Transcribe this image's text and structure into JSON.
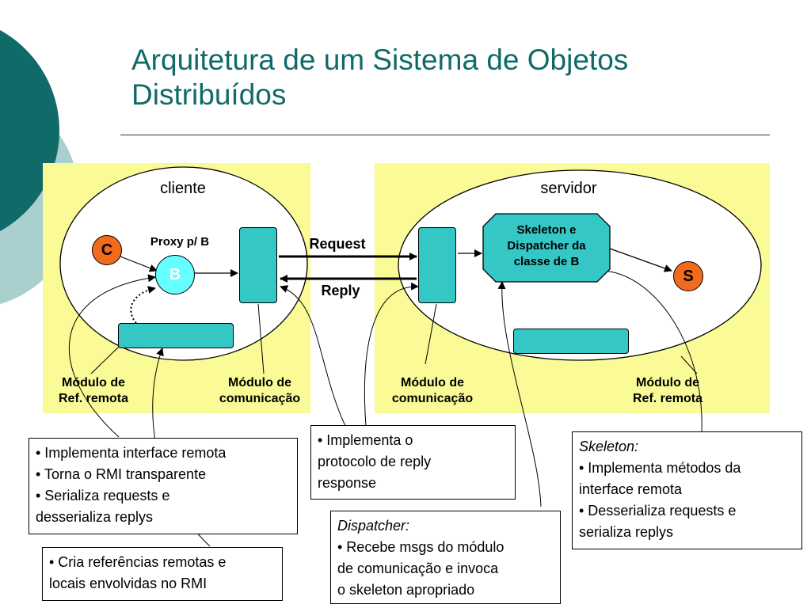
{
  "title": "Arquitetura de um Sistema de Objetos Distribuídos",
  "client": {
    "label": "cliente",
    "c_label": "C",
    "b_label": "B",
    "proxy_label": "Proxy p/ B",
    "ref_module_label_1": "Módulo de",
    "ref_module_label_2": "Ref. remota",
    "comm_module_label_1": "Módulo de",
    "comm_module_label_2": "comunicação"
  },
  "server": {
    "label": "servidor",
    "s_label": "S",
    "skeleton_label_1": "Skeleton e",
    "skeleton_label_2": "Dispatcher da",
    "skeleton_label_3": "classe de B",
    "comm_module_label_1": "Módulo de",
    "comm_module_label_2": "comunicação",
    "ref_module_label_1": "Módulo de",
    "ref_module_label_2": "Ref. remota"
  },
  "arrows": {
    "request": "Request",
    "reply": "Reply"
  },
  "notes": {
    "proxy": [
      "• Implementa interface remota",
      "• Torna o RMI transparente",
      "• Serializa requests e",
      "desserializa replys"
    ],
    "ref": [
      "• Cria referências remotas e",
      "locais envolvidas no RMI"
    ],
    "comm": [
      "• Implementa o",
      "protocolo de reply",
      "response"
    ],
    "dispatcher_title": "Dispatcher:",
    "dispatcher": [
      "• Recebe msgs do módulo",
      "de comunicação e invoca",
      "o skeleton apropriado"
    ],
    "skeleton_title": "Skeleton:",
    "skeleton": [
      "• Implementa métodos da",
      "interface remota",
      "• Desserializa requests e",
      "serializa replys"
    ]
  },
  "colors": {
    "accent": "#0f6a68",
    "panel": "#fafa96",
    "module": "#35c6c6",
    "object": "#f26a1b",
    "proxy": "#66ffff"
  }
}
